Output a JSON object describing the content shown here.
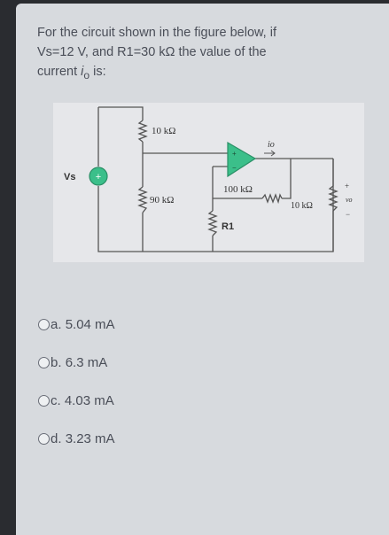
{
  "question": {
    "line1": "For the circuit shown in the figure below, if",
    "line2": "Vs=12 V, and R1=30 kΩ the value of the",
    "line3_prefix": "current ",
    "line3_var": "i",
    "line3_sub": "o",
    "line3_suffix": " is:"
  },
  "circuit": {
    "source_label": "Vs",
    "r_top": "10 kΩ",
    "r_mid": "90 kΩ",
    "r_feedback": "100 kΩ",
    "r1_label": "R1",
    "r_load": "10 kΩ",
    "io_label": "io",
    "vo_label": "vo",
    "plus": "+",
    "minus": "−",
    "opamp_plus": "+",
    "opamp_minus": "−"
  },
  "options": [
    {
      "letter": "a.",
      "text": "5.04 mA"
    },
    {
      "letter": "b.",
      "text": "6.3 mA"
    },
    {
      "letter": "c.",
      "text": "4.03 mA"
    },
    {
      "letter": "d.",
      "text": "3.23 mA"
    }
  ],
  "colors": {
    "accent": "#3bbf8a",
    "text": "#4a4e58"
  }
}
